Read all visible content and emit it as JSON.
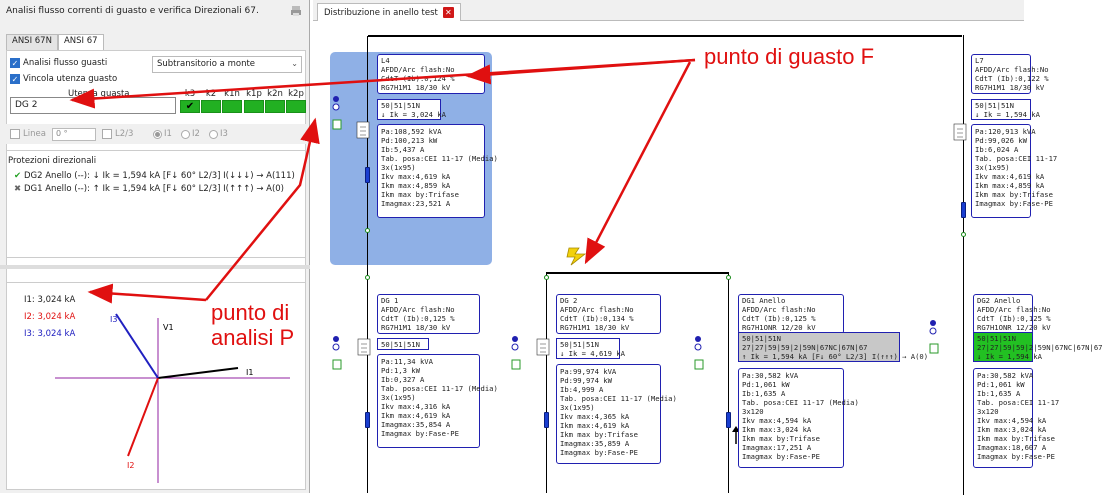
{
  "left": {
    "title": "Analisi flusso correnti di guasto e verifica Direzionali 67.",
    "tabs": [
      "ANSI 67N",
      "ANSI 67"
    ],
    "chk_analisi": "Analisi flusso guasti",
    "chk_vincola": "Vincola utenza guasto",
    "combo_value": "Subtransitorio a monte",
    "utenza_header": "Utenza guasta",
    "utenza_value": "DG 2",
    "k_headers": [
      "k3",
      "k2",
      "k1n",
      "k1p",
      "k2n",
      "k2p"
    ],
    "linea_label": "Linea",
    "angle_value": "0 °",
    "l2l3_label": "L2/3",
    "radio_labels": [
      "I1",
      "I2",
      "I3"
    ],
    "prot_title": "Protezioni direzionali",
    "prot_lines": [
      "DG2 Anello (--): ↓ Ik = 1,594 kA [F↓ 60° L2/3] I(↓↓↓) → A(111)",
      "DG1 Anello (--): ↑ Ik = 1,594 kA [F↓ 60° L2/3] I(↑↑↑) → A(0)"
    ],
    "phasor": {
      "i1": "I1: 3,024 kA",
      "i2": "I2: 3,024 kA",
      "i3": "I3: 3,024 kA",
      "v1": "V1",
      "lab_i1": "I1",
      "lab_i2": "I2",
      "lab_i3": "I3"
    },
    "colors": {
      "i1": "#000000",
      "i2": "#e01010",
      "i3": "#2020c0",
      "v1": "#9020a0"
    }
  },
  "right": {
    "tab_title": "Distribuzione in anello test",
    "l4": {
      "info": [
        "L4",
        "AFDD/Arc flash:No",
        "CdtT (Ib):0,124 %",
        "RG7H1M1 18/30 kV"
      ],
      "prot": [
        "50|51|51N",
        "↓ Ik = 3,024 kA"
      ],
      "data": [
        "Pa:108,592 kVA",
        "Pd:100,213 kW",
        "Ib:5,437 A",
        "Tab. posa:CEI 11-17 (Media)",
        "3x(1x95)",
        "Ikv max:4,619 kA",
        "Ikm max:4,859 kA",
        "Ikm max by:Trifase",
        "Imagmax:23,521 A"
      ]
    },
    "l7": {
      "info": [
        "L7",
        "AFDD/Arc flash:No",
        "CdtT (Ib):0,122 %",
        "RG7H1M1 18/30 kV"
      ],
      "prot": [
        "50|51|51N",
        "↓ Ik = 1,594 kA"
      ],
      "data": [
        "Pa:120,913 kVA",
        "Pd:99,026 kW",
        "Ib:6,024 A",
        "Tab. posa:CEI 11-17",
        "3x(1x95)",
        "Ikv max:4,619 kA",
        "Ikm max:4,859 kA",
        "Ikm max by:Trifase",
        "Imagmax by:Fase-PE"
      ]
    },
    "dg1": {
      "info": [
        "DG 1",
        "AFDD/Arc flash:No",
        "CdtT (Ib):0,125 %",
        "RG7H1M1 18/30 kV"
      ],
      "prot": [
        "50|51|51N"
      ],
      "data": [
        "Pa:11,34 kVA",
        "Pd:1,3 kW",
        "Ib:0,327 A",
        "Tab. posa:CEI 11-17 (Media)",
        "3x(1x95)",
        "Ikv max:4,316 kA",
        "Ikm max:4,619 kA",
        "Imagmax:35,854 A",
        "Imagmax by:Fase-PE"
      ]
    },
    "dg2": {
      "info": [
        "DG 2",
        "AFDD/Arc flash:No",
        "CdtT (Ib):0,134 %",
        "RG7H1M1 18/30 kV"
      ],
      "prot": [
        "50|51|51N",
        "↓ Ik = 4,619 kA"
      ],
      "data": [
        "Pa:99,974 kVA",
        "Pd:99,974 kW",
        "Ib:4,999 A",
        "Tab. posa:CEI 11-17 (Media)",
        "3x(1x95)",
        "Ikv max:4,365 kA",
        "Ikm max:4,619 kA",
        "Ikm max by:Trifase",
        "Imagmax:35,859 A",
        "Imagmax by:Fase-PE"
      ]
    },
    "dg1a": {
      "info": [
        "DG1 Anello",
        "AFDD/Arc flash:No",
        "CdtT (Ib):0,125 %",
        "RG7H1ONR 12/20 kV"
      ],
      "prot": [
        "50|51|51N",
        "27|27|59|59|2|59N|67NC|67N|67",
        "↑ Ik = 1,594 kA [F↓ 60° L2/3] I(↑↑↑) → A(0)"
      ],
      "data": [
        "Pa:30,582 kVA",
        "Pd:1,061 kW",
        "Ib:1,635 A",
        "Tab. posa:CEI 11-17 (Media)",
        "3x120",
        "Ikv max:4,594 kA",
        "Ikm max:3,024 kA",
        "Ikm max by:Trifase",
        "Imagmax:17,251 A",
        "Imagmax by:Fase-PE"
      ]
    },
    "dg2a": {
      "info": [
        "DG2 Anello",
        "AFDD/Arc flash:No",
        "CdtT (Ib):0,125 %",
        "RG7H1ONR 12/20 kV"
      ],
      "prot": [
        "50|51|51N",
        "27|27|59|59|2|59N|67NC|67N|67",
        "↓ Ik = 1,594 kA"
      ],
      "data": [
        "Pa:30,582 kVA",
        "Pd:1,061 kW",
        "Ib:1,635 A",
        "Tab. posa:CEI 11-17",
        "3x120",
        "Ikv max:4,594 kA",
        "Ikm max:3,024 kA",
        "Ikm max by:Trifase",
        "Imagmax:18,607 A",
        "Imagmax by:Fase-PE"
      ]
    },
    "colors": {
      "highlight": "#8fb0e6",
      "box_border": "#2020b0",
      "fuse": "#1a3ed0",
      "green": "#22c022",
      "node": "#1a8a1a"
    }
  },
  "annotations": {
    "guasto": "punto di guasto F",
    "analisi": [
      "punto di",
      "analisi P"
    ],
    "color": "#e01010"
  }
}
